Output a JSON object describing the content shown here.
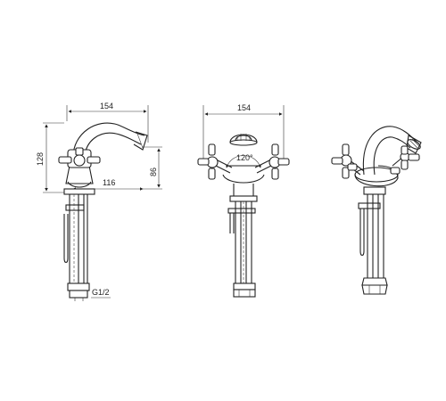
{
  "views": {
    "side": {
      "dim_width": "154",
      "dim_height": "128",
      "dim_reach": "116",
      "dim_spout_height": "86",
      "thread": "G1/2"
    },
    "front": {
      "dim_width": "154",
      "angle": "120°"
    },
    "three_quarter": {}
  }
}
